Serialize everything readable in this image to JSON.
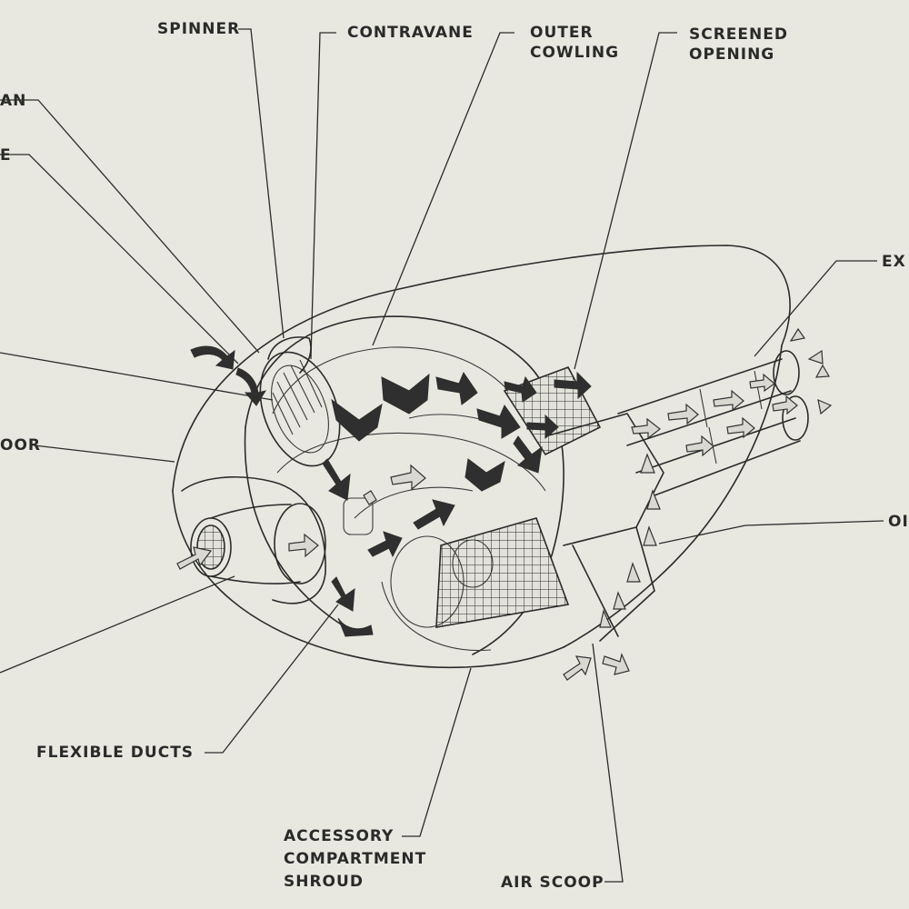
{
  "labels": {
    "spinner": "SPINNER",
    "contravane": "CONTRAVANE",
    "outer_cowling": [
      "OUTER",
      "COWLING"
    ],
    "screened_opening": [
      "SCREENED",
      "OPENING"
    ],
    "fan_partial": "AN",
    "vane_partial": "E",
    "door_partial": "OOR",
    "exhaust_partial": "EX",
    "oil_partial": "OI",
    "flexible_ducts": "FLEXIBLE DUCTS",
    "accessory_compartment_shroud": [
      "ACCESSORY",
      "COMPARTMENT",
      "SHROUD"
    ],
    "air_scoop": "AIR SCOOP"
  },
  "colors": {
    "paper": "#e8e8e1",
    "ink": "#2b2b2b",
    "arrow_fill_dark": "#2f2f2f",
    "arrow_fill_light": "#d9d9d2"
  }
}
